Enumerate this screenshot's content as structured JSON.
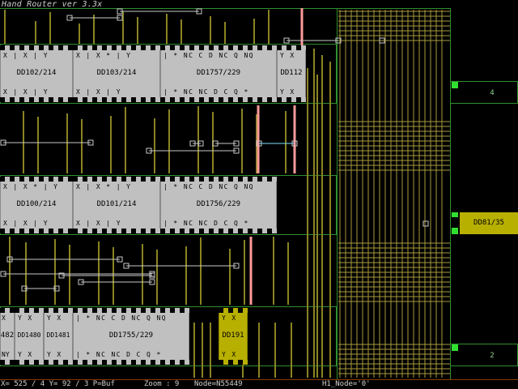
{
  "app": {
    "title": "Hand Router ver 3.3x"
  },
  "chips": [
    {
      "id": "dd102",
      "name": "DD102/214",
      "top_pins": "X  | X  |  Y",
      "bottom_pins": "X  | X  |  Y"
    },
    {
      "id": "dd103",
      "name": "DD103/214",
      "top_pins": "X  | X  *  |  Y",
      "bottom_pins": "X  | X  |  Y"
    },
    {
      "id": "dd1757",
      "name": "DD1757/229",
      "top_pins": "| * NC C  D NC Q  NQ",
      "bottom_pins": "| * NC NC D  C Q *"
    },
    {
      "id": "dd112",
      "name": "DD112",
      "top_pins": "Y X",
      "bottom_pins": "Y X"
    },
    {
      "id": "dd100",
      "name": "DD100/214",
      "top_pins": "X  | X  *  |  Y",
      "bottom_pins": "X  | X  |  Y"
    },
    {
      "id": "dd101",
      "name": "DD101/214",
      "top_pins": "X  | X  *  |  Y",
      "bottom_pins": "X  | X  |  Y"
    },
    {
      "id": "dd1756",
      "name": "DD1756/229",
      "top_pins": "| * NC C  D NC Q  NQ",
      "bottom_pins": "| * NC NC D  C Q *"
    },
    {
      "id": "dd1482",
      "name": "482",
      "top_pins": "X",
      "bottom_pins": "NY"
    },
    {
      "id": "dd1480",
      "name": "DD1480",
      "top_pins": "Y X",
      "bottom_pins": "Y X"
    },
    {
      "id": "dd1481",
      "name": "DD1481",
      "top_pins": "Y X",
      "bottom_pins": "Y X"
    },
    {
      "id": "dd1755",
      "name": "DD1755/229",
      "top_pins": "| * NC C  D NC Q  NQ",
      "bottom_pins": "| * NC NC D  C Q *"
    },
    {
      "id": "dd191",
      "name": "DD191",
      "top_pins": "Y X",
      "bottom_pins": "Y X"
    }
  ],
  "side_labels": {
    "top_number": "4",
    "bottom_number": "2",
    "dd81": "DD81/35"
  },
  "status": {
    "coords": "X= 525 /  4 Y=  92 / 3 P=Buf",
    "zoom": "Zoom : 9",
    "node": "Node=N55449",
    "h1_node": "H1_Node='0'"
  }
}
